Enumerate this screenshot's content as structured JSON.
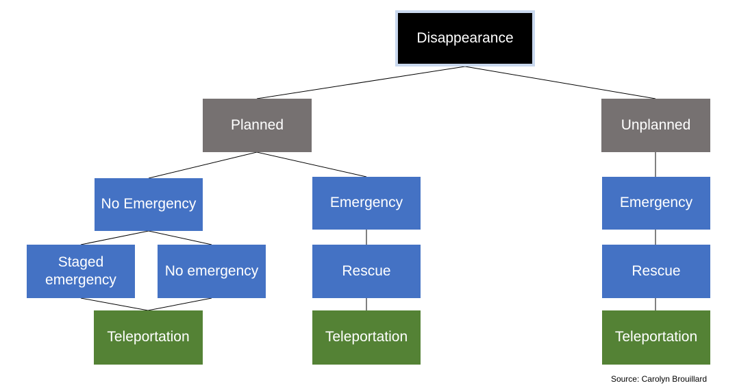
{
  "diagram": {
    "root": "Disappearance",
    "level1": {
      "planned": "Planned",
      "unplanned": "Unplanned"
    },
    "level2": {
      "no_emergency": "No Emergency",
      "emergency_planned": "Emergency",
      "emergency_unplanned": "Emergency"
    },
    "level3": {
      "staged_line1": "Staged",
      "staged_line2": "emergency",
      "no_emergency_lc": "No emergency",
      "rescue_planned": "Rescue",
      "rescue_unplanned": "Rescue"
    },
    "level4": {
      "teleportation_1": "Teleportation",
      "teleportation_2": "Teleportation",
      "teleportation_3": "Teleportation"
    },
    "colors": {
      "root_fill": "#000000",
      "root_border": "#c9d8ee",
      "category_fill": "#767171",
      "condition_fill": "#4472c4",
      "outcome_fill": "#548235",
      "connector": "#000000"
    }
  },
  "source": "Source: Carolyn Brouillard"
}
